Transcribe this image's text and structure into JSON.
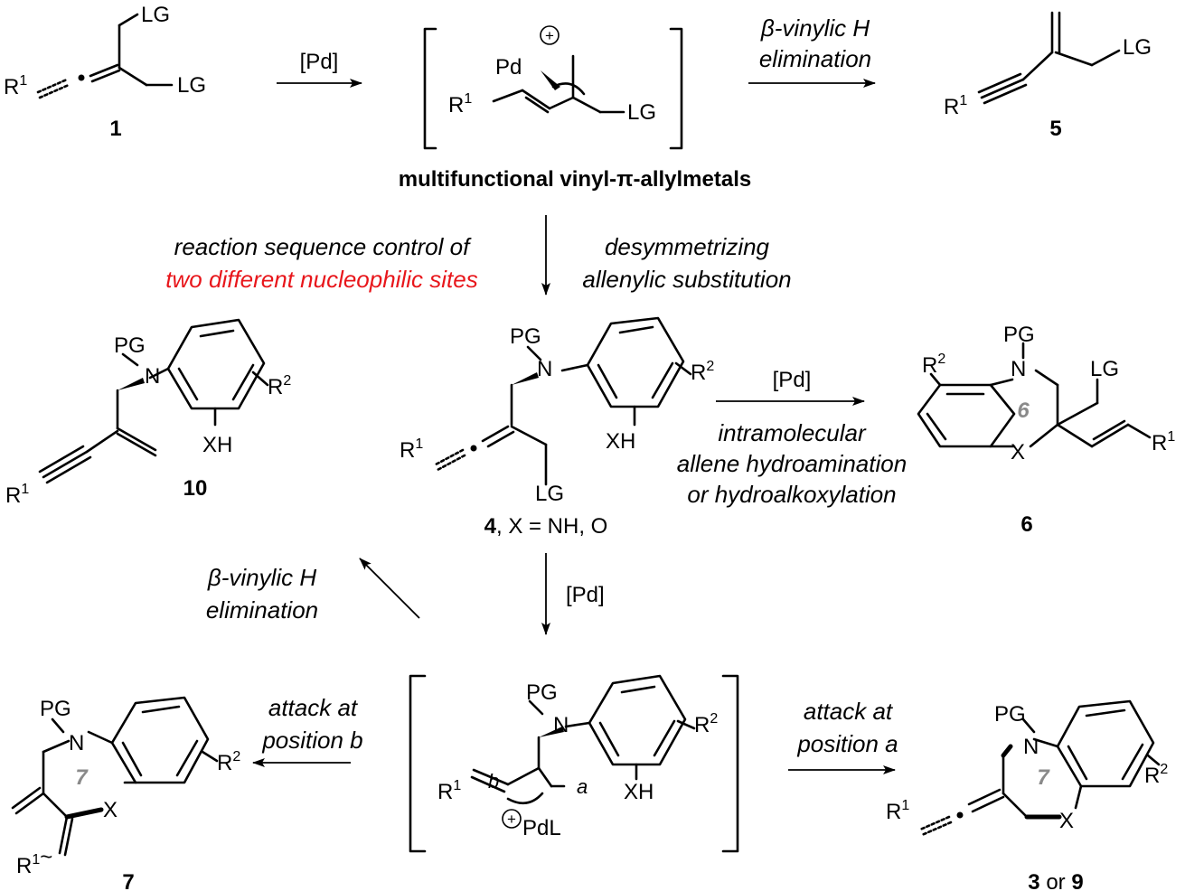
{
  "labels": {
    "LG": "LG",
    "R": "R",
    "one": "1",
    "two": "2",
    "Pd": "Pd",
    "PdL": "PdL",
    "PG": "PG",
    "N": "N",
    "X": "X",
    "XH": "XH",
    "plus": "+",
    "ring6": "6",
    "ring7": "7",
    "a": "a",
    "b": "b",
    "tilde": "~"
  },
  "compounds": {
    "c1": "1",
    "c5": "5",
    "c10": "10",
    "c4": "4",
    "c4_suffix": ", X = NH, O",
    "c6": "6",
    "c7": "7",
    "c3": "3",
    "or": " or ",
    "c9": "9"
  },
  "intermediate_title": "multifunctional vinyl-π-allylmetals",
  "conditions": {
    "pd": "[Pd]",
    "beta_line1": "β-vinylic H",
    "beta_line2": "elimination",
    "seq_line1": "reaction sequence control of",
    "seq_line2": "two different nucleophilic sites",
    "desym_line1": "desymmetrizing",
    "desym_line2": "allenylic substitution",
    "intra_line1": "intramolecular",
    "intra_line2": "allene hydroamination",
    "intra_line3": "or hydroalkoxylation",
    "attack_b_line1": "attack at",
    "attack_b_line2": "position b",
    "attack_a_line1": "attack at",
    "attack_a_line2": "position a"
  },
  "colors": {
    "highlight": "#e8161b",
    "ring_label": "#8a8a8a"
  }
}
